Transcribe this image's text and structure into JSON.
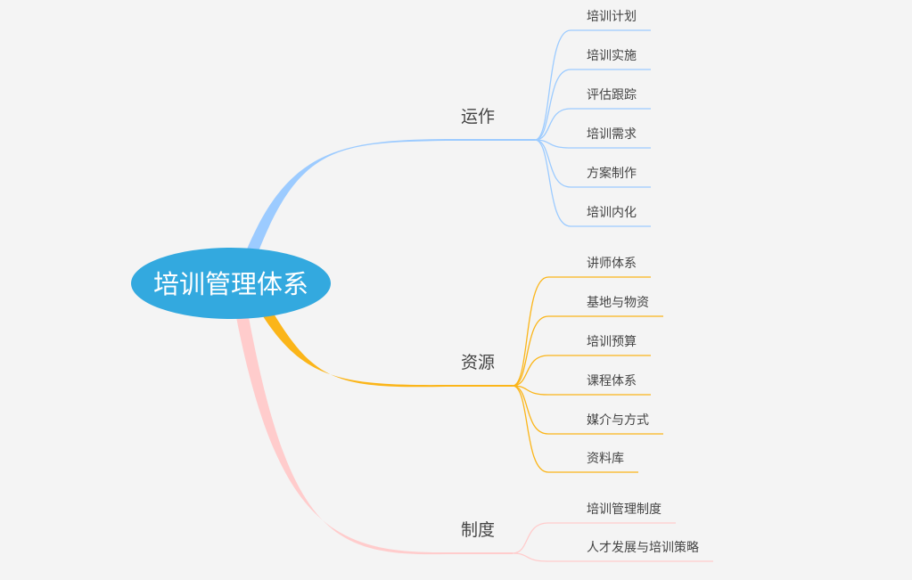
{
  "root": {
    "label": "培训管理体系",
    "color": "#33a9df"
  },
  "branches": [
    {
      "label": "运作",
      "color": "#9ccbff",
      "children": [
        "培训计划",
        "培训实施",
        "评估跟踪",
        "培训需求",
        "方案制作",
        "培训内化"
      ]
    },
    {
      "label": "资源",
      "color": "#fbb519",
      "children": [
        "讲师体系",
        "基地与物资",
        "培训预算",
        "课程体系",
        "媒介与方式",
        "资料库"
      ]
    },
    {
      "label": "制度",
      "color": "#ffcccc",
      "children": [
        "培训管理制度",
        "人才发展与培训策略"
      ]
    }
  ]
}
